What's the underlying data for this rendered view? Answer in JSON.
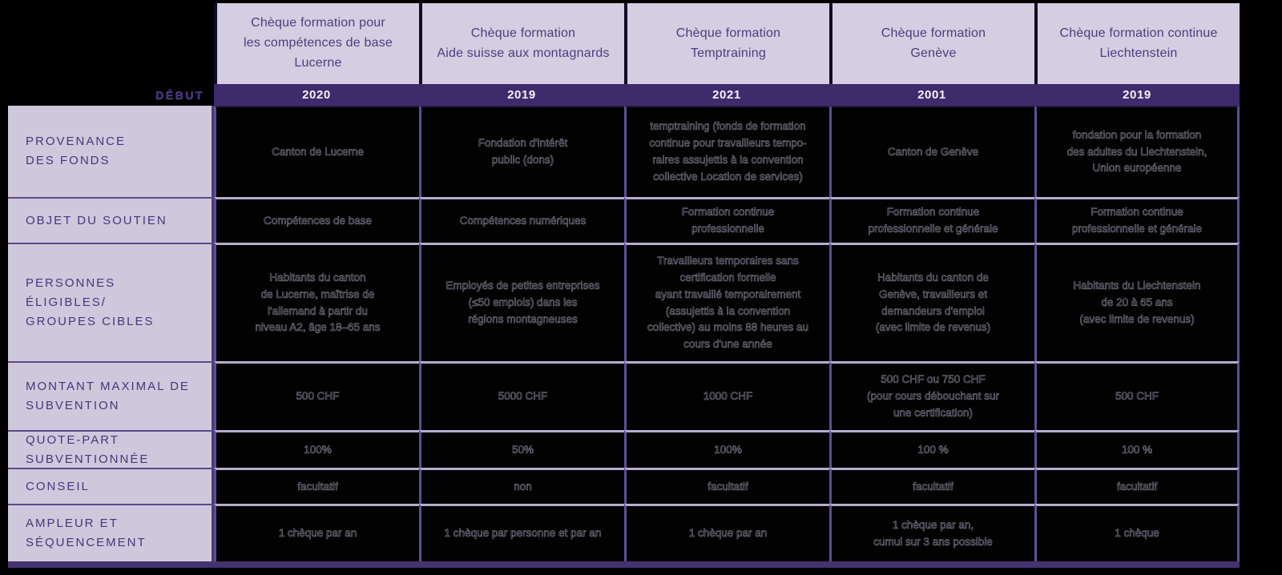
{
  "colors": {
    "background": "#000000",
    "header_bg": "#d5cee2",
    "header_text": "#4e3b7c",
    "debut_band_bg": "#3e2b6b",
    "label_column_bg": "#cfc8dd",
    "label_text": "#473677",
    "column_border": "#5f4e95",
    "row_border": "#b6accf",
    "bottom_bar": "#443370"
  },
  "table": {
    "debut_label": "DÉBUT",
    "columns": [
      {
        "title": "Chèque formation pour\nles compétences de base\nLucerne",
        "debut": "2020"
      },
      {
        "title": "Chèque formation\nAide suisse aux montagnards",
        "debut": "2019"
      },
      {
        "title": "Chèque formation\nTemptraining",
        "debut": "2021"
      },
      {
        "title": "Chèque formation\nGenève",
        "debut": "2001"
      },
      {
        "title": "Chèque formation continue\nLiechtenstein",
        "debut": "2019"
      }
    ],
    "rows": [
      {
        "label": "PROVENANCE\nDES FONDS",
        "cells": [
          "Canton de Lucerne",
          "Fondation d'intérêt\npublic (dons)",
          "temptraining (fonds de formation\ncontinue pour travailleurs tempo-\nraires assujettis à la convention\ncollective Location de services)",
          "Canton de Genève",
          "fondation pour la formation\ndes adultes du Liechtenstein,\nUnion européenne"
        ]
      },
      {
        "label": "OBJET DU SOUTIEN",
        "cells": [
          "Compétences de base",
          "Compétences numériques",
          "Formation continue\nprofessionnelle",
          "Formation continue\nprofessionnelle et générale",
          "Formation continue\nprofessionnelle et générale"
        ]
      },
      {
        "label": "PERSONNES ÉLIGIBLES/\nGROUPES CIBLES",
        "cells": [
          "Habitants du canton\nde Lucerne, maîtrise de\nl'allemand à partir du\nniveau A2, âge 18–65 ans",
          "Employés de petites entreprises\n(≤50 emplois) dans les\nrégions montagneuses",
          "Travailleurs temporaires sans\ncertification formelle\nayant travaillé temporairement\n(assujettis à la convention\ncollective) au moins 88 heures au\ncours d'une année",
          "Habitants du canton de\nGenève, travailleurs et\ndemandeurs d'emploi\n(avec limite de revenus)",
          "Habitants du Liechtenstein\nde 20 à 65 ans\n(avec limite de revenus)"
        ]
      },
      {
        "label": "MONTANT MAXIMAL DE\nSUBVENTION",
        "cells": [
          "500 CHF",
          "5000 CHF",
          "1000 CHF",
          "500 CHF ou 750 CHF\n(pour cours débouchant sur\nune certification)",
          "500 CHF"
        ]
      },
      {
        "label": "QUOTE-PART SUBVENTIONNÉE",
        "cells": [
          "100%",
          "50%",
          "100%",
          "100 %",
          "100 %"
        ]
      },
      {
        "label": "CONSEIL",
        "cells": [
          "facultatif",
          "non",
          "facultatif",
          "facultatif",
          "facultatif"
        ]
      },
      {
        "label": "AMPLEUR ET\nSÉQUENCEMENT",
        "cells": [
          "1 chèque par an",
          "1 chèque par personne et par an",
          "1 chèque par an",
          "1 chèque par an,\ncumul sur 3 ans possible",
          "1 chèque"
        ]
      }
    ]
  }
}
